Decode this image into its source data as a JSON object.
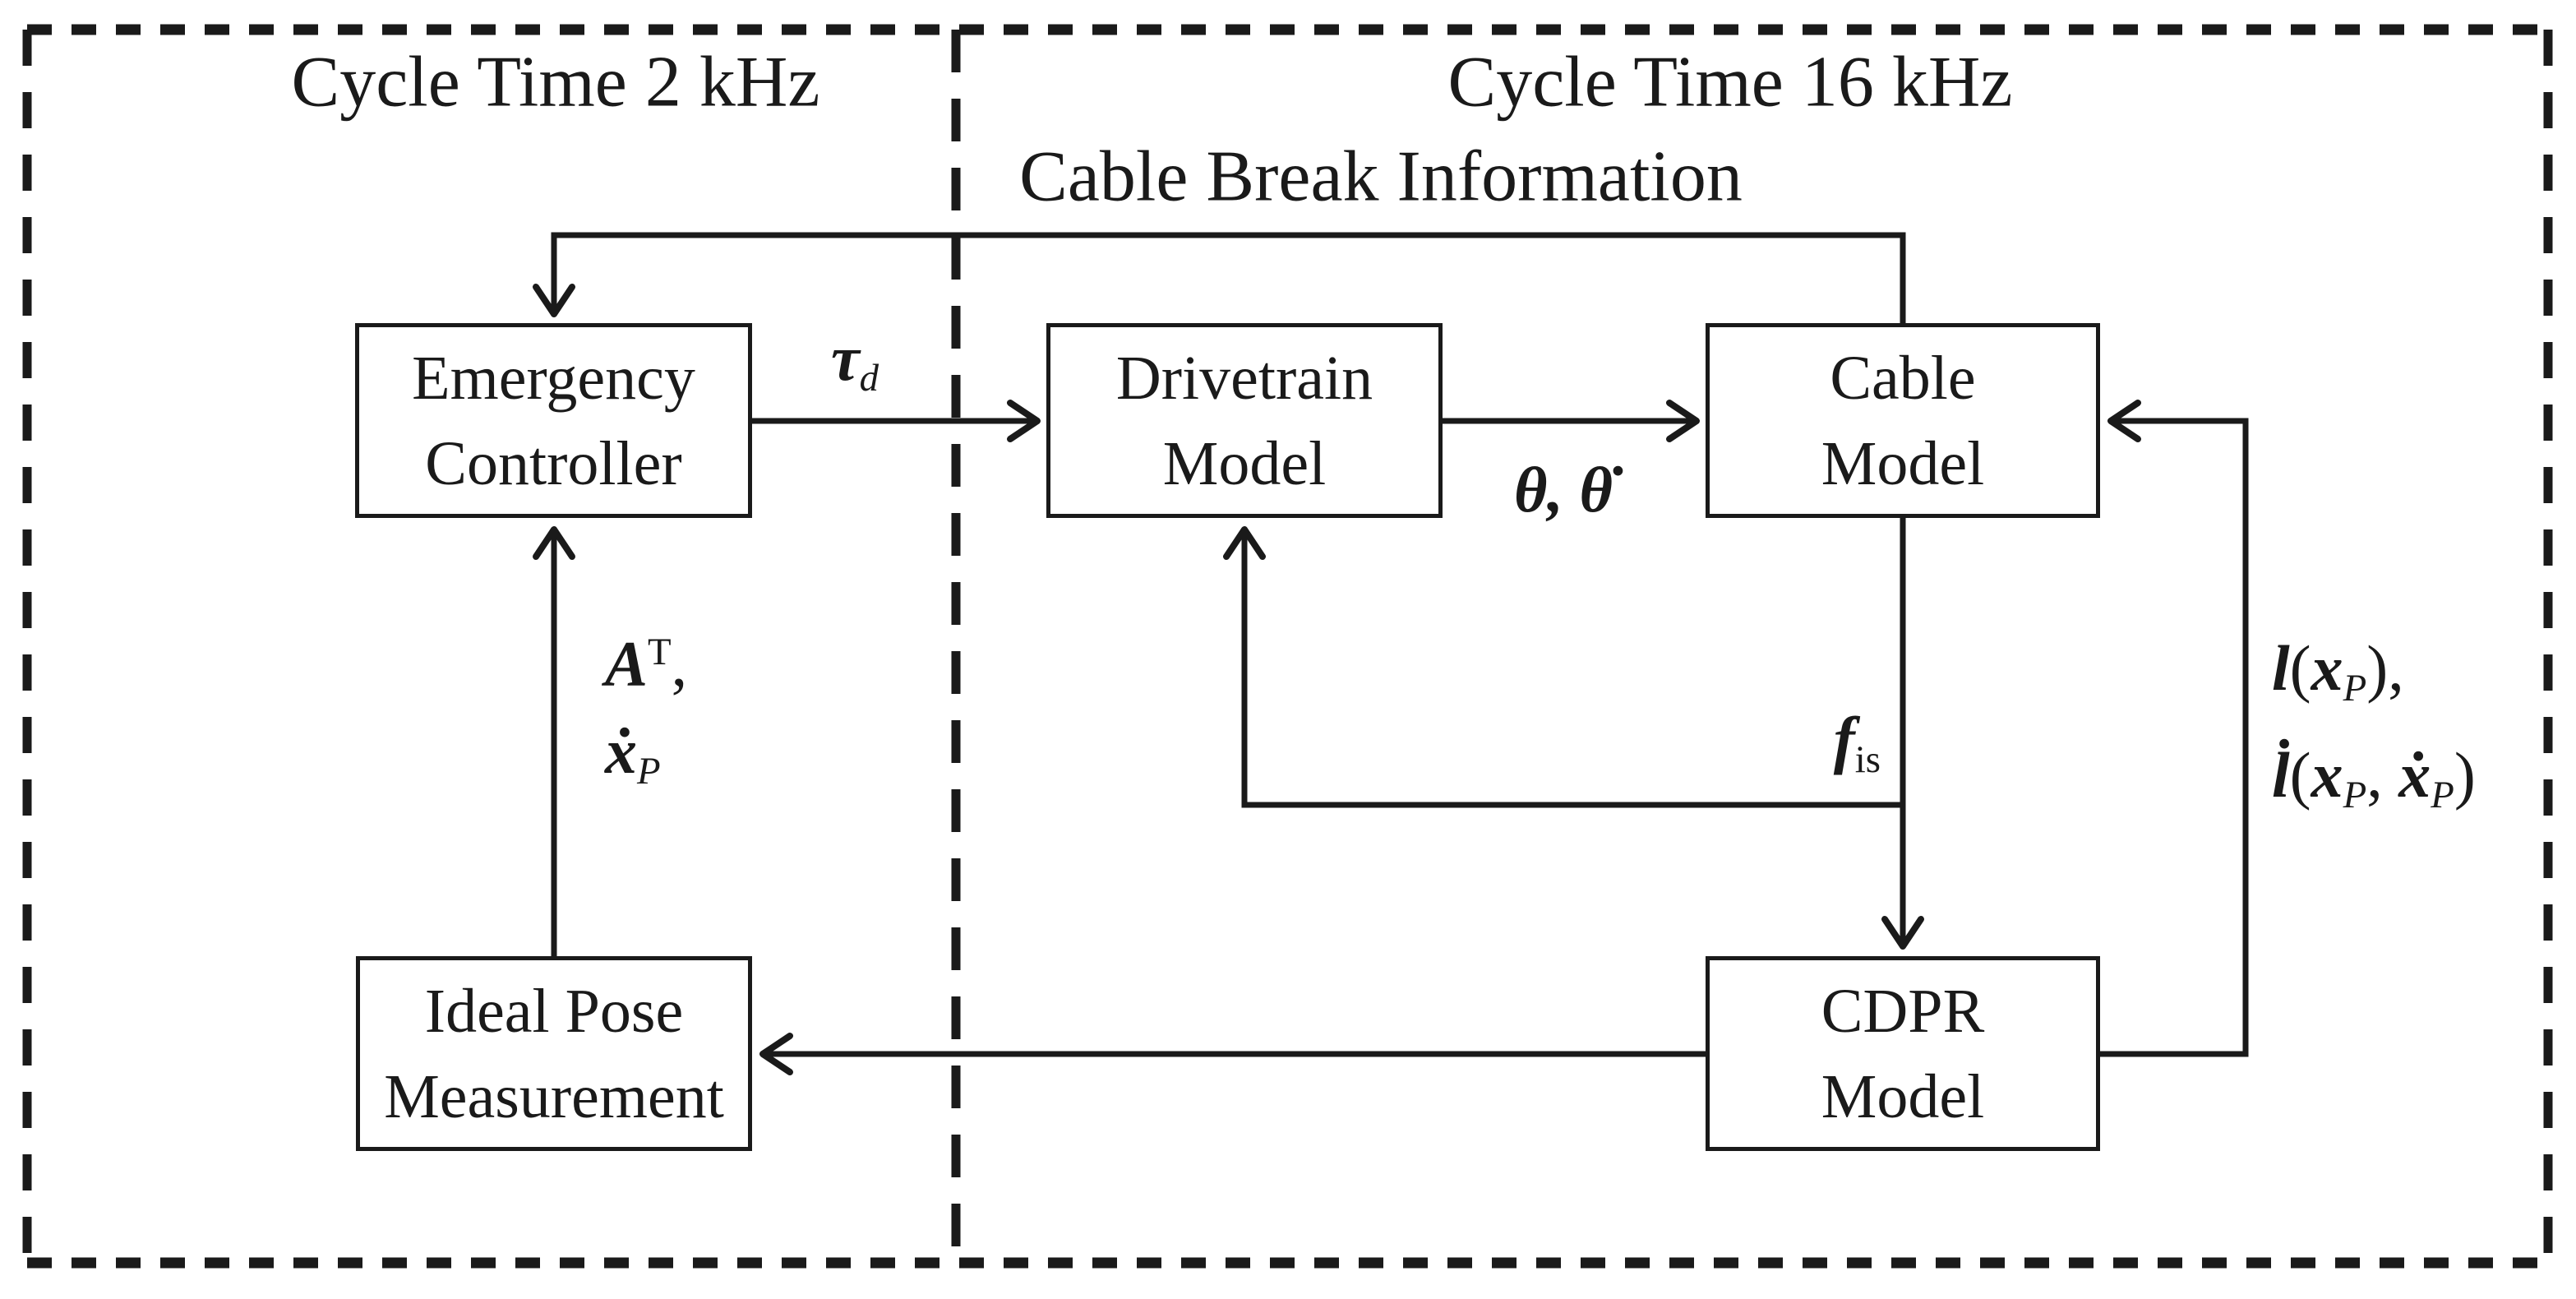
{
  "figure": {
    "type": "block-diagram",
    "description_visible_text_only": true
  },
  "regions": {
    "left_title": "Cycle Time 2 kHz",
    "right_title": "Cycle Time 16 kHz"
  },
  "annotations": {
    "cable_break": "Cable Break Information"
  },
  "blocks": {
    "emergency_controller": {
      "lines": [
        "Emergency",
        "Controller"
      ]
    },
    "drivetrain_model": {
      "lines": [
        "Drivetrain",
        "Model"
      ]
    },
    "cable_model": {
      "lines": [
        "Cable",
        "Model"
      ]
    },
    "cdpr_model": {
      "lines": [
        "CDPR",
        "Model"
      ]
    },
    "ideal_pose_measurement": {
      "lines": [
        "Ideal Pose",
        "Measurement"
      ]
    }
  },
  "signals": {
    "tau_d": {
      "parts": [
        {
          "t": "τ"
        },
        {
          "t": "d"
        }
      ]
    },
    "theta_thetadot": {
      "parts": [
        {
          "t": "θ"
        },
        {
          "t": ", "
        },
        {
          "t": "θ̇"
        }
      ]
    },
    "f_is": {
      "parts": [
        {
          "t": "f"
        },
        {
          "t": "is"
        }
      ]
    },
    "l_xp": {
      "line1": {
        "parts": [
          {
            "t": "l"
          },
          {
            "t": "("
          },
          {
            "t": "x"
          },
          {
            "t": "P"
          },
          {
            "t": "),"
          }
        ]
      },
      "line2": {
        "parts": [
          {
            "t": "l̇"
          },
          {
            "t": "("
          },
          {
            "t": "x"
          },
          {
            "t": "P"
          },
          {
            "t": ", "
          },
          {
            "t": "ẋ"
          },
          {
            "t": "P"
          },
          {
            "t": ")"
          }
        ]
      }
    },
    "a_t_xp": {
      "line1": {
        "parts": [
          {
            "t": "A"
          },
          {
            "t": "T"
          },
          {
            "t": ","
          }
        ]
      },
      "line2": {
        "parts": [
          {
            "t": "ẋ"
          },
          {
            "t": "P"
          }
        ]
      }
    }
  },
  "colors": {
    "ink": "#1a1a1a",
    "background": "#ffffff"
  }
}
